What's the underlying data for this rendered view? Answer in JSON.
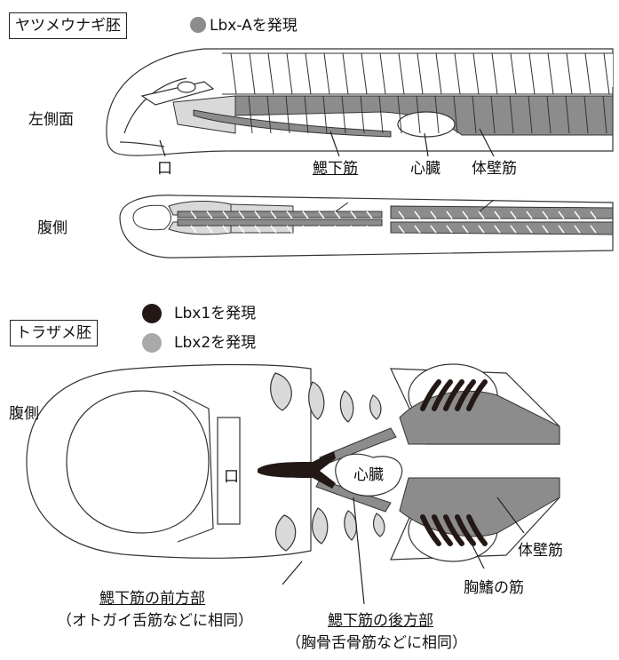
{
  "colors": {
    "light_gray": "#d9d9d9",
    "mid_gray": "#8c8c8c",
    "black": "#231815",
    "outline": "#333333"
  },
  "lamprey": {
    "title": "ヤツメウナギ胚",
    "legend": "Lbx-Aを発現",
    "view_side": "左側面",
    "view_ventral": "腹側",
    "label_mouth": "口",
    "label_hypobranchial": "鰓下筋",
    "label_heart": "心臓",
    "label_body_wall": "体壁筋"
  },
  "shark": {
    "title": "トラザメ胚",
    "legend1": "Lbx1を発現",
    "legend2": "Lbx2を発現",
    "view_ventral": "腹側",
    "label_mouth": "口",
    "label_heart": "心臓",
    "label_body_wall": "体壁筋",
    "label_pectoral_fin": "胸鰭の筋",
    "anterior_label": "鰓下筋の前方部",
    "anterior_note": "（オトガイ舌筋などに相同）",
    "posterior_label": "鰓下筋の後方部",
    "posterior_note": "（胸骨舌骨筋などに相同）"
  }
}
